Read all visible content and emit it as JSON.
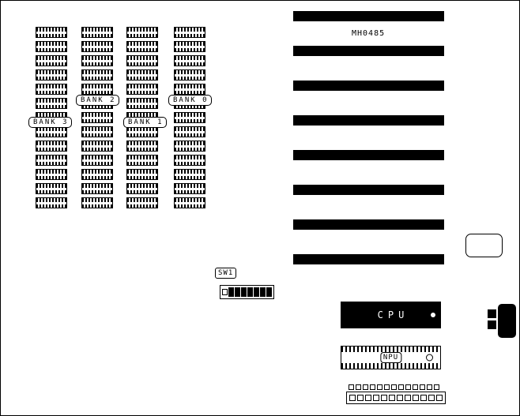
{
  "board": {
    "title": "MH0485",
    "colors": {
      "ink": "#000000",
      "bg": "#ffffff"
    },
    "memory": {
      "columns": 4,
      "chips_per_column": 13
    },
    "banks": {
      "bank0": "BANK 0",
      "bank1": "BANK 1",
      "bank2": "BANK 2",
      "bank3": "BANK 3"
    },
    "isa_slots": {
      "count": 8
    },
    "sw1": {
      "label": "SW1",
      "segments_off": 1,
      "segments_on": 7
    },
    "cpu": {
      "label": "CPU"
    },
    "npu": {
      "label": "NPU"
    },
    "bottom_connector": {
      "row1_pins": 13,
      "row2_pins": 12
    }
  }
}
